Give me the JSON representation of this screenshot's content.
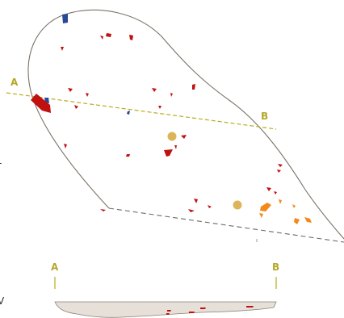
{
  "plan": {
    "section_line": {
      "start_label": "A",
      "end_label": "B"
    }
  },
  "section": {
    "start_label": "A",
    "end_label": "B"
  },
  "edge_glyphs": {
    "left_mid": "-",
    "left_bottom": "V"
  },
  "colors": {
    "outline": "#7a7268",
    "dashed_edge": "#6f6a66",
    "section_line": "#b7ad1c",
    "label": "#b3a82a",
    "red_find": "#c01010",
    "blue_find": "#28489a",
    "orange_find": "#f28a1a",
    "gold_marker": "#dcb55a",
    "section_fill": "#e6e0d8"
  }
}
